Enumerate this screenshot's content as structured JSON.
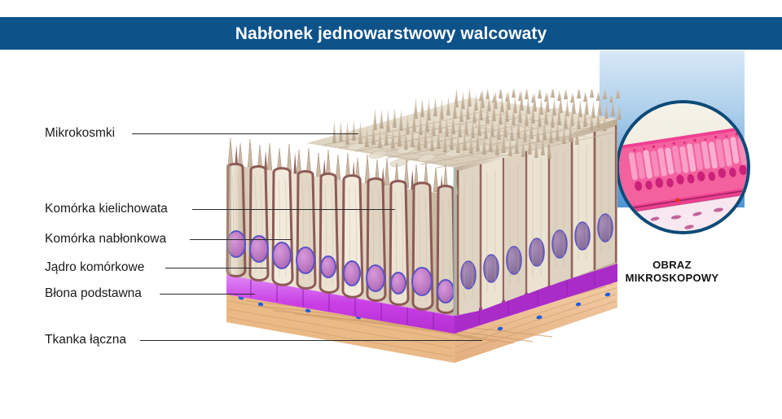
{
  "header": {
    "title": "Nabłonek jednowarstwowy walcowaty",
    "bar_color": "#0d5289",
    "text_color": "#ffffff"
  },
  "labels": [
    {
      "key": "microvilli",
      "text": "Mikrokosmki",
      "leader": true
    },
    {
      "key": "goblet",
      "text": "Komórka kielichowata",
      "leader": true
    },
    {
      "key": "epithelial",
      "text": "Komórka nabłonkowa",
      "leader": true
    },
    {
      "key": "nucleus",
      "text": "Jądro komórkowe",
      "leader": true
    },
    {
      "key": "basement",
      "text": "Błona podstawna",
      "leader": true
    },
    {
      "key": "connective",
      "text": "Tkanka łączna",
      "leader": true
    }
  ],
  "micrograph": {
    "caption_line1": "OBRAZ",
    "caption_line2": "MIKROSKOPOWY",
    "border_color": "#0d4a77",
    "panel_gradient_top": "#d9e9f7",
    "panel_gradient_bottom": "#4f95d4",
    "stain_color": "#e8187f",
    "tissue_pink": "#f06ba8"
  },
  "diagram": {
    "type": "3d-histology-block",
    "subject": "simple columnar epithelium",
    "colors": {
      "cytoplasm": "#ded2c0",
      "cytoplasm_light": "#efe7da",
      "cell_membrane": "#8d5a55",
      "microvilli": "#cbb9a4",
      "nucleus_fill": "#c17ec4",
      "nucleus_outline": "#5a52c8",
      "basement_membrane": "#c13ee0",
      "basement_membrane_light": "#dd7bf0",
      "connective_tissue": "#f5d3b0",
      "connective_fiber": "#c9975f",
      "connective_nucleus": "#1f5ee0",
      "background": "#ffffff"
    },
    "structures": [
      "microvilli brush border",
      "columnar epithelial cells",
      "goblet cells",
      "oval basal nuclei",
      "basement membrane",
      "underlying connective tissue with fibroblast nuclei"
    ]
  }
}
